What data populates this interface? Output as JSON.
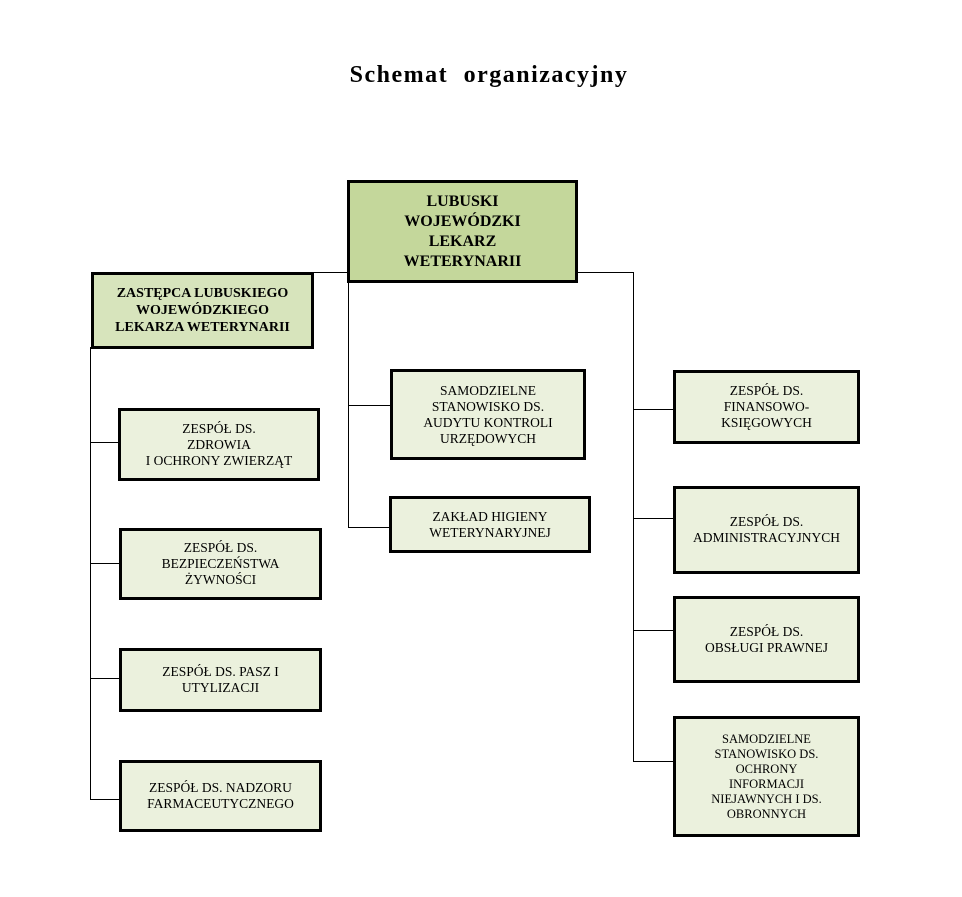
{
  "title": "Schemat organizacyjny",
  "head": "LUBUSKI\nWOJEWÓDZKI\nLEKARZ\nWETERYNARII",
  "deputy": "ZASTĘPCA LUBUSKIEGO\nWOJEWÓDZKIEGO\nLEKARZA WETERYNARII",
  "left_units": [
    "ZESPÓŁ DS.\nZDROWIA\nI OCHRONY ZWIERZĄT",
    "ZESPÓŁ DS.\nBEZPIECZEŃSTWA\nŻYWNOŚCI",
    "ZESPÓŁ DS. PASZ I\nUTYLIZACJI",
    "ZESPÓŁ DS. NADZORU\nFARMACEUTYCZNEGO"
  ],
  "center_units": [
    "SAMODZIELNE\nSTANOWISKO DS.\nAUDYTU KONTROLI\nURZĘDOWYCH",
    "ZAKŁAD HIGIENY\nWETERYNARYJNEJ"
  ],
  "right_units": [
    "ZESPÓŁ DS.\nFINANSOWO-\nKSIĘGOWYCH",
    "ZESPÓŁ DS.\nADMINISTRACYJNYCH",
    "ZESPÓŁ DS.\nOBSŁUGI PRAWNEJ",
    "SAMODZIELNE\nSTANOWISKO DS.\nOCHRONY\nINFORMACJI\nNIEJAWNYCH I DS.\nOBRONNYCH"
  ]
}
